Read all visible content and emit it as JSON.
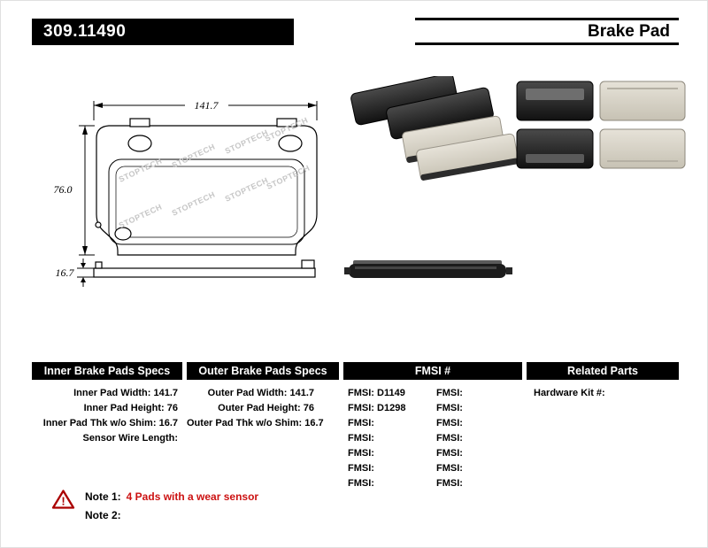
{
  "header": {
    "part_number": "309.11490",
    "product_type": "Brake Pad"
  },
  "diagram": {
    "pad_width": "141.7",
    "pad_height": "76.0",
    "pad_thickness": "16.7",
    "watermark": "STOPTECH"
  },
  "tables": {
    "inner": {
      "title": "Inner Brake Pads Specs",
      "rows": [
        {
          "label": "Inner Pad Width:",
          "value": "141.7"
        },
        {
          "label": "Inner Pad Height:",
          "value": "76"
        },
        {
          "label": "Inner Pad Thk w/o Shim:",
          "value": "16.7"
        },
        {
          "label": "Sensor Wire Length:",
          "value": ""
        }
      ]
    },
    "outer": {
      "title": "Outer Brake Pads Specs",
      "rows": [
        {
          "label": "Outer Pad Width:",
          "value": "141.7"
        },
        {
          "label": "Outer Pad Height:",
          "value": "76"
        },
        {
          "label": "Outer Pad Thk w/o Shim:",
          "value": "16.7"
        }
      ]
    },
    "fmsi": {
      "title": "FMSI #",
      "col1": [
        {
          "label": "FMSI:",
          "value": "D1149"
        },
        {
          "label": "FMSI:",
          "value": "D1298"
        },
        {
          "label": "FMSI:",
          "value": ""
        },
        {
          "label": "FMSI:",
          "value": ""
        },
        {
          "label": "FMSI:",
          "value": ""
        },
        {
          "label": "FMSI:",
          "value": ""
        },
        {
          "label": "FMSI:",
          "value": ""
        }
      ],
      "col2": [
        {
          "label": "FMSI:",
          "value": ""
        },
        {
          "label": "FMSI:",
          "value": ""
        },
        {
          "label": "FMSI:",
          "value": ""
        },
        {
          "label": "FMSI:",
          "value": ""
        },
        {
          "label": "FMSI:",
          "value": ""
        },
        {
          "label": "FMSI:",
          "value": ""
        },
        {
          "label": "FMSI:",
          "value": ""
        }
      ]
    },
    "related": {
      "title": "Related Parts",
      "rows": [
        {
          "label": "Hardware Kit #:",
          "value": ""
        }
      ]
    }
  },
  "notes": {
    "note1_label": "Note 1:",
    "note1_text": "4 Pads with a wear sensor",
    "note2_label": "Note 2:",
    "note2_text": ""
  },
  "colors": {
    "header_bg": "#000000",
    "note_red": "#cc1111",
    "warning_red": "#aa0000"
  }
}
